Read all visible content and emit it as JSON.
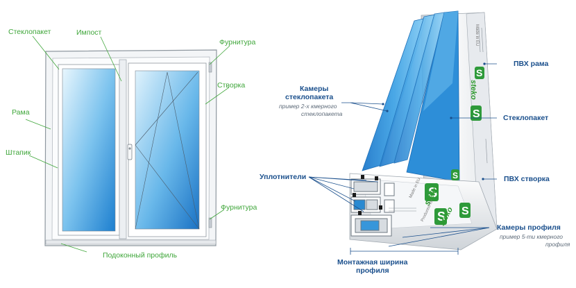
{
  "left_labels": {
    "glass_unit": "Стеклопакет",
    "impost": "Импост",
    "hardware_top": "Фурнитура",
    "sash": "Створка",
    "frame": "Рама",
    "bead": "Штапик",
    "hardware_bottom": "Фурнитура",
    "sill_profile": "Подоконный профиль"
  },
  "right_labels": {
    "glass_chambers_line1": "Камеры",
    "glass_chambers_line2": "стеклопакета",
    "glass_chambers_note_line1": "пример 2-х кмерного",
    "glass_chambers_note_line2": "стеклопакета",
    "pvc_frame": "ПВХ рама",
    "glass_unit": "Стеклопакет",
    "seals": "Уплотнители",
    "pvc_sash": "ПВХ створка",
    "profile_chambers": "Камеры профиля",
    "profile_chambers_note_line1": "пример 5-ти кмерного",
    "profile_chambers_note_line2": "профиля",
    "mount_width_line1": "Монтажная ширина",
    "mount_width_line2": "профиля"
  },
  "brand": {
    "name": "steko",
    "made_in": "Made in EU",
    "produced_for": "Produced for"
  },
  "colors": {
    "label_green": "#3fa63a",
    "label_blue": "#1a4f8c",
    "note_gray": "#5d6a78",
    "glass_blue": "#2a8fd6",
    "glass_light": "#cfeaf8",
    "frame_white": "#f4f6f8",
    "frame_stroke": "#a0a8b0"
  }
}
